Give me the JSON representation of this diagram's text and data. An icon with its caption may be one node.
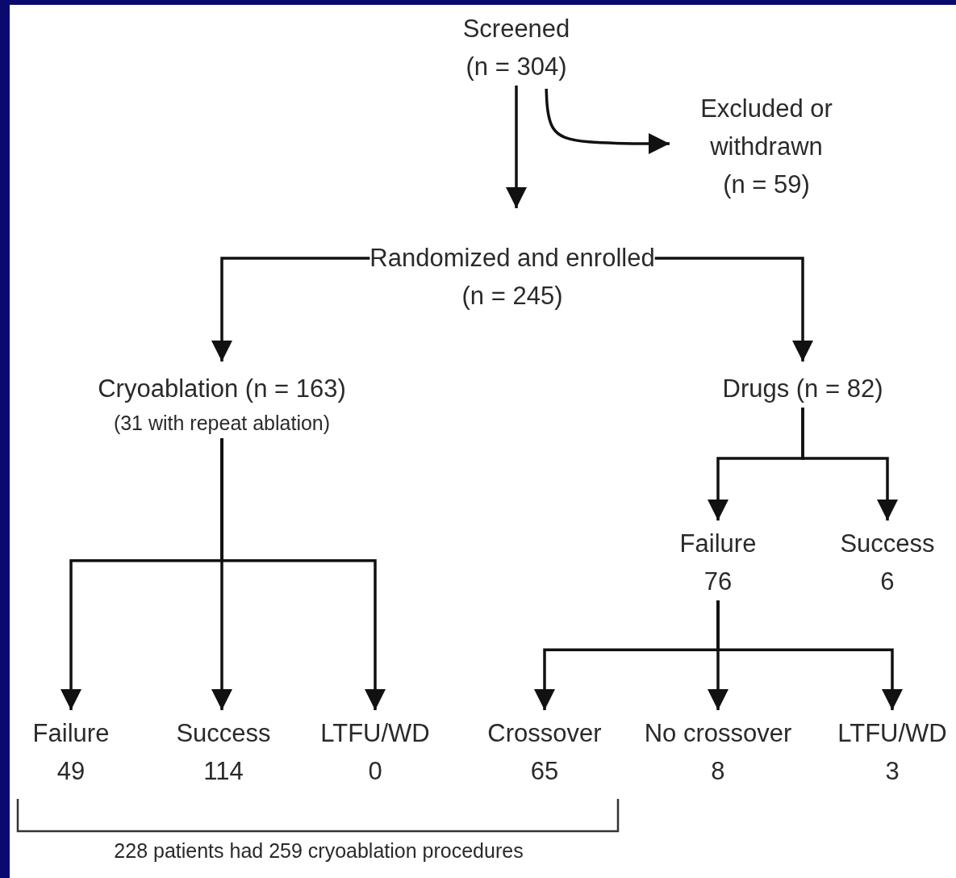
{
  "diagram": {
    "nodes": [
      {
        "text": [
          "Screened",
          "(n = 304)"
        ]
      },
      {
        "text": [
          "Excluded or withdrawn",
          "(n = 59)"
        ]
      },
      {
        "text": [
          "Randomized and enrolled",
          "(n = 245)"
        ]
      },
      {
        "text": [
          "Cryoablation (n = 163)",
          "(31 with repeat ablation)"
        ]
      },
      {
        "text": [
          "Drugs (n = 82)"
        ]
      },
      {
        "text": [
          "Failure",
          "76"
        ]
      },
      {
        "text": [
          "Success",
          "6"
        ]
      },
      {
        "text": [
          "Failure",
          "49"
        ]
      },
      {
        "text": [
          "Success",
          "114"
        ]
      },
      {
        "text": [
          "LTFU/WD",
          "0"
        ]
      },
      {
        "text": [
          "Crossover",
          "65"
        ]
      },
      {
        "text": [
          "No crossover",
          "8"
        ]
      },
      {
        "text": [
          "LTFU/WD",
          "3"
        ]
      }
    ],
    "edges": [
      {
        "from": 0,
        "to": 2,
        "arrow": "to"
      },
      {
        "from": 0,
        "to": 1,
        "arrow": "to"
      },
      {
        "from": 2,
        "to": 3,
        "arrow": "to"
      },
      {
        "from": 2,
        "to": 4,
        "arrow": "to"
      },
      {
        "from": 3,
        "to": 7,
        "arrow": "to"
      },
      {
        "from": 3,
        "to": 8,
        "arrow": "to"
      },
      {
        "from": 3,
        "to": 9,
        "arrow": "to"
      },
      {
        "from": 4,
        "to": 5,
        "arrow": "to"
      },
      {
        "from": 4,
        "to": 6,
        "arrow": "to"
      },
      {
        "from": 5,
        "to": 10,
        "arrow": "to"
      },
      {
        "from": 5,
        "to": 11,
        "arrow": "to"
      },
      {
        "from": 5,
        "to": 12,
        "arrow": "to"
      }
    ],
    "labels": [
      "228 patients had 259 cryoablation procedures"
    ]
  }
}
